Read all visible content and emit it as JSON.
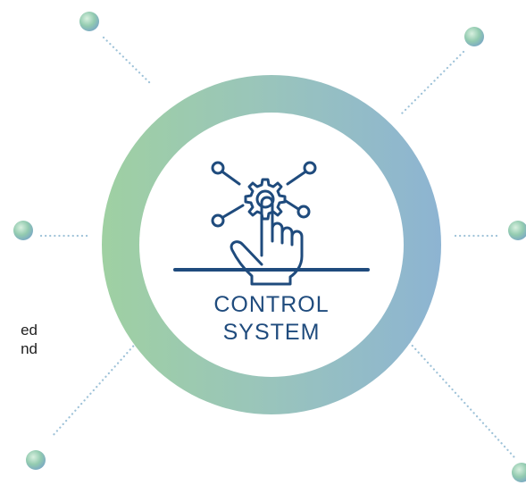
{
  "diagram": {
    "center": {
      "title_line_1": "CONTROL",
      "title_line_2": "SYSTEM",
      "icon": "hand-pressing-gear-network-icon"
    },
    "clipped_text": {
      "line_1": "ed",
      "line_2": "nd"
    }
  },
  "colors": {
    "ring_left": "#9fd0a2",
    "ring_right": "#8db4d2",
    "icon": "#1f4b7d",
    "dots": "#8fc3a9",
    "text": "#1f1f1f"
  }
}
